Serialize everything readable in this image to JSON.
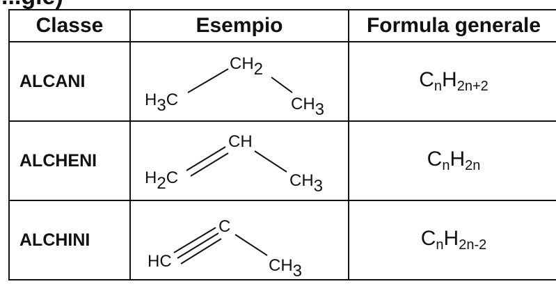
{
  "header_fragment": "...gie)",
  "columns": [
    "Classe",
    "Esempio",
    "Formula generale"
  ],
  "rows": [
    {
      "class": "ALCANI",
      "example": {
        "left": "H",
        "left_sub": "3",
        "left_tail": "C",
        "top": "CH",
        "top_sub": "2",
        "right": "CH",
        "right_sub": "3"
      },
      "formula": {
        "c": "C",
        "c_sub": "n",
        "h": "H",
        "h_sub": "2n+2"
      }
    },
    {
      "class": "ALCHENI",
      "example": {
        "left": "H",
        "left_sub": "2",
        "left_tail": "C",
        "top": "CH",
        "right": "CH",
        "right_sub": "3"
      },
      "formula": {
        "c": "C",
        "c_sub": "n",
        "h": "H",
        "h_sub": "2n"
      }
    },
    {
      "class": "ALCHINI",
      "example": {
        "left": "HC",
        "top": "C",
        "right": "CH",
        "right_sub": "3"
      },
      "formula": {
        "c": "C",
        "c_sub": "n",
        "h": "H",
        "h_sub": "2n-2"
      }
    }
  ]
}
